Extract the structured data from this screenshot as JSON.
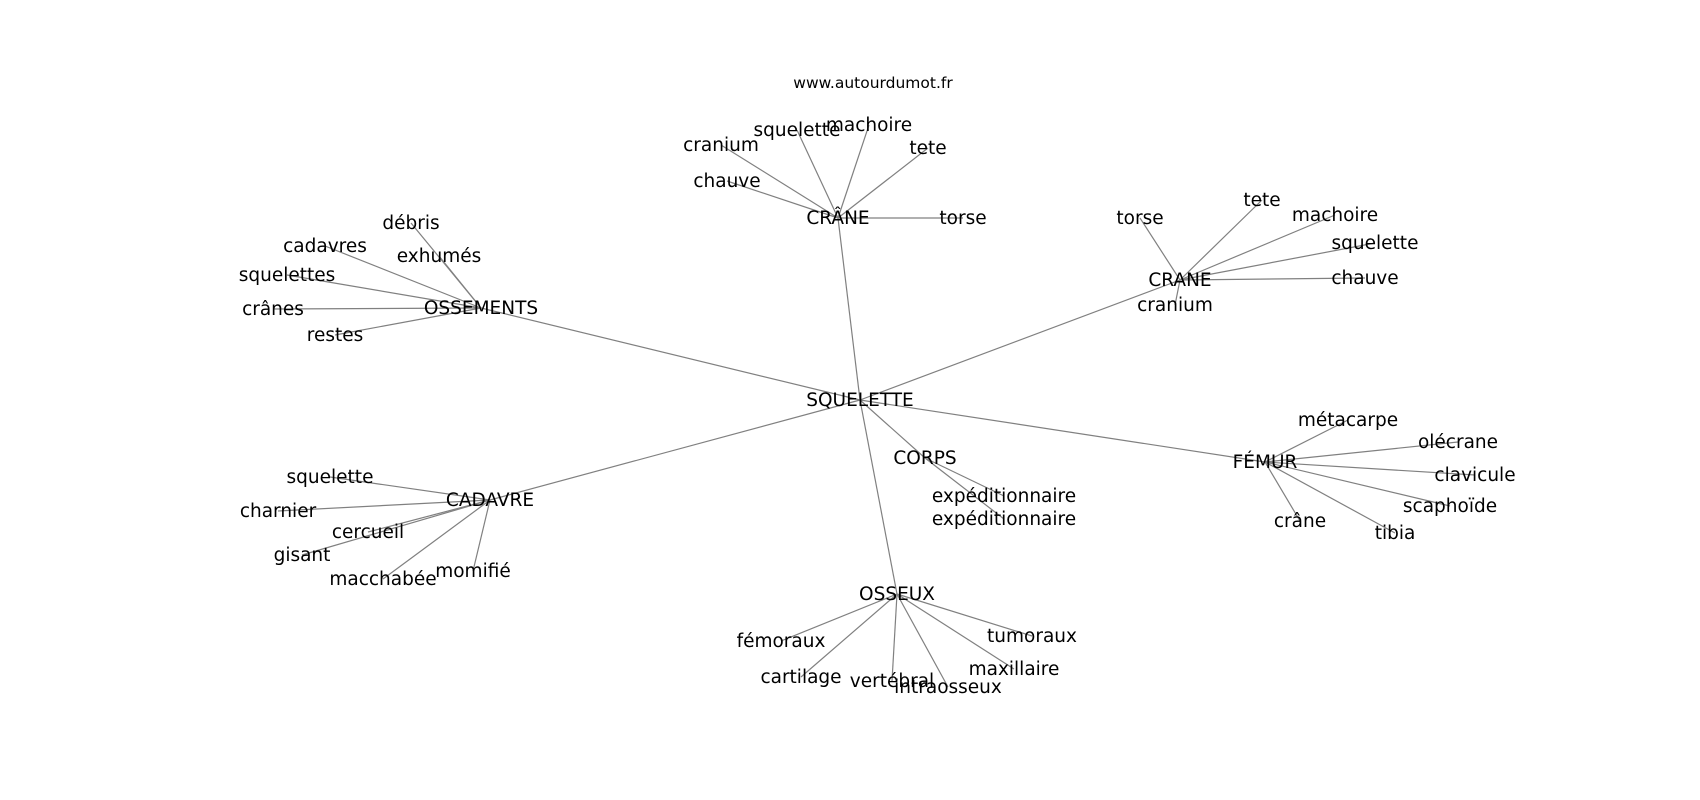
{
  "site_label": "www.autourdumot.fr",
  "center": "SQUELETTE",
  "clusters": [
    {
      "hub": "CRÂNE",
      "words": [
        "cranium",
        "squelette",
        "machoire",
        "tete",
        "chauve",
        "torse"
      ]
    },
    {
      "hub": "CRANE",
      "words": [
        "torse",
        "tete",
        "machoire",
        "squelette",
        "chauve",
        "cranium"
      ]
    },
    {
      "hub": "OSSEMENTS",
      "words": [
        "débris",
        "cadavres",
        "exhumés",
        "squelettes",
        "crânes",
        "restes"
      ]
    },
    {
      "hub": "FÉMUR",
      "words": [
        "métacarpe",
        "olécrane",
        "clavicule",
        "scaphoïde",
        "crâne",
        "tibia"
      ]
    },
    {
      "hub": "CORPS",
      "words": [
        "expéditionnaire",
        "expéditionnaire"
      ]
    },
    {
      "hub": "CADAVRE",
      "words": [
        "squelette",
        "charnier",
        "cercueil",
        "gisant",
        "macchabée",
        "momifié"
      ]
    },
    {
      "hub": "OSSEUX",
      "words": [
        "fémoraux",
        "tumoraux",
        "maxillaire",
        "cartilage",
        "vertébral",
        "intraosseux"
      ]
    }
  ]
}
